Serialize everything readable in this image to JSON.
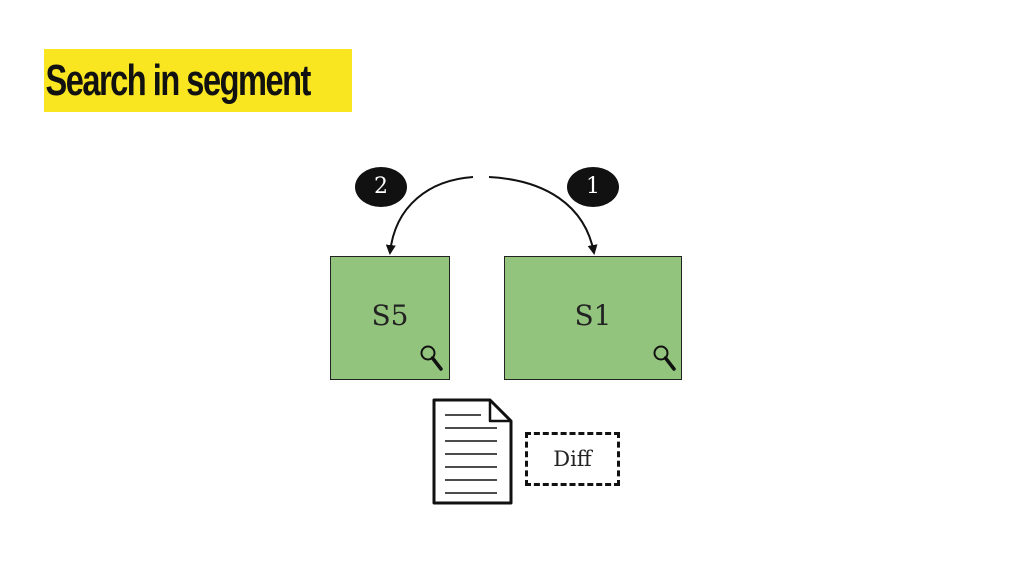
{
  "title": "Search in segment",
  "colors": {
    "title_highlight": "#f9e620",
    "segment_fill": "#93c47d",
    "badge_fill": "#111111"
  },
  "segments": [
    {
      "label": "S5",
      "icon": "magnifier-icon"
    },
    {
      "label": "S1",
      "icon": "magnifier-icon"
    }
  ],
  "steps": [
    {
      "number": "1",
      "target": "S1"
    },
    {
      "number": "2",
      "target": "S5"
    }
  ],
  "document": {
    "icon": "document-icon",
    "tag": "Diff"
  }
}
